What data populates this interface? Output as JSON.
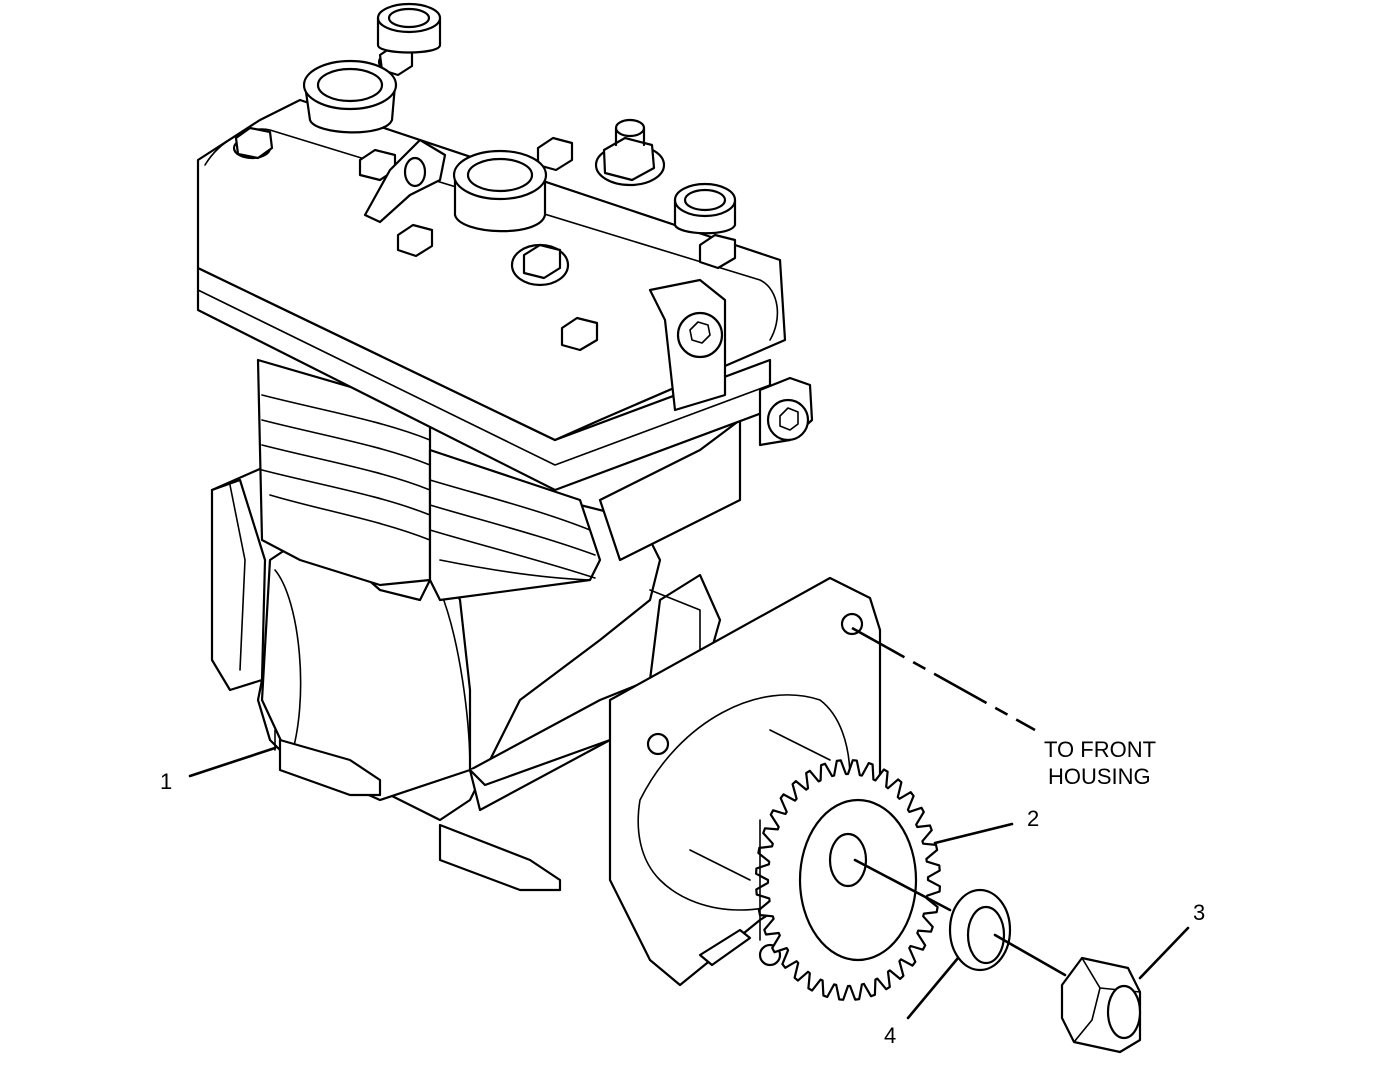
{
  "callouts": {
    "c1": "1",
    "c2": "2",
    "c3": "3",
    "c4": "4",
    "to_front_line1": "TO FRONT",
    "to_front_line2": "HOUSING"
  }
}
